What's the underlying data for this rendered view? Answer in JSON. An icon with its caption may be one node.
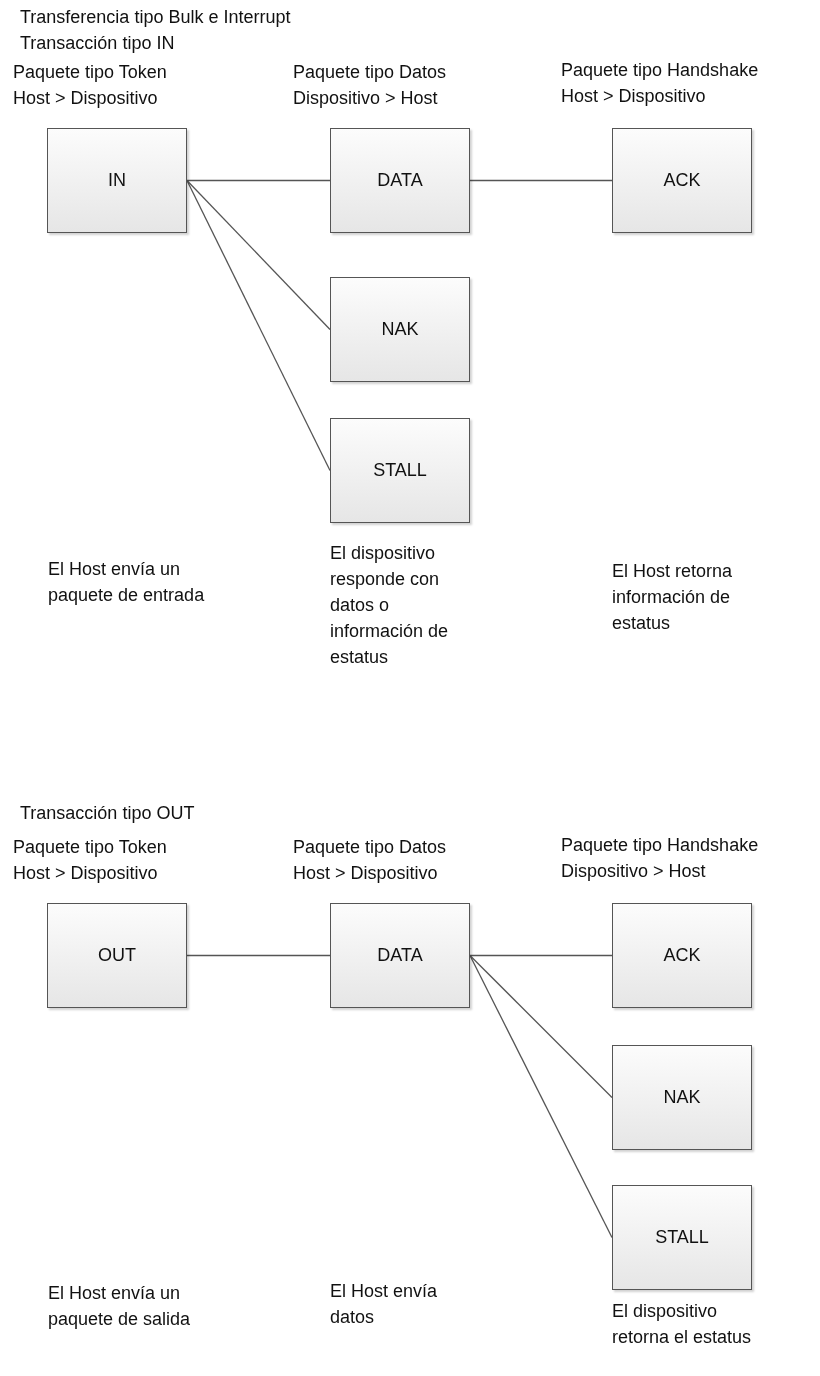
{
  "diagram": {
    "title": "Transferencia tipo Bulk e Interrupt",
    "nodes": [
      {
        "text": [
          "Paquete tipo Token Host > Dispositivo",
          "IN"
        ]
      },
      {
        "text": [
          "Paquete tipo Datos Dispositivo > Host",
          "DATA"
        ]
      },
      {
        "text": [
          "Paquete tipo Handshake Host > Dispositivo",
          "ACK"
        ]
      },
      {
        "text": [
          "NAK"
        ]
      },
      {
        "text": [
          "STALL"
        ]
      },
      {
        "text": [
          "Paquete tipo Token Host > Dispositivo",
          "OUT"
        ]
      },
      {
        "text": [
          "Paquete tipo Datos Host > Dispositivo",
          "DATA"
        ]
      },
      {
        "text": [
          "Paquete tipo Handshake Dispositivo > Host",
          "ACK"
        ]
      },
      {
        "text": [
          "NAK"
        ]
      },
      {
        "text": [
          "STALL"
        ]
      }
    ],
    "edges": [
      {
        "from": 0,
        "to": 1,
        "arrow": "none"
      },
      {
        "from": 1,
        "to": 2,
        "arrow": "none"
      },
      {
        "from": 0,
        "to": 3,
        "arrow": "none"
      },
      {
        "from": 0,
        "to": 4,
        "arrow": "none"
      },
      {
        "from": 5,
        "to": 6,
        "arrow": "none"
      },
      {
        "from": 6,
        "to": 7,
        "arrow": "none"
      },
      {
        "from": 6,
        "to": 8,
        "arrow": "none"
      },
      {
        "from": 6,
        "to": 9,
        "arrow": "none"
      }
    ],
    "labels": [
      "Transacción tipo IN",
      "El Host envía un paquete de entrada",
      "El dispositivo responde con datos o información de estatus",
      "El Host retorna información de estatus",
      "Transacción tipo OUT",
      "El Host envía un paquete de salida",
      "El Host envía datos",
      "El dispositivo retorna el estatus"
    ]
  }
}
